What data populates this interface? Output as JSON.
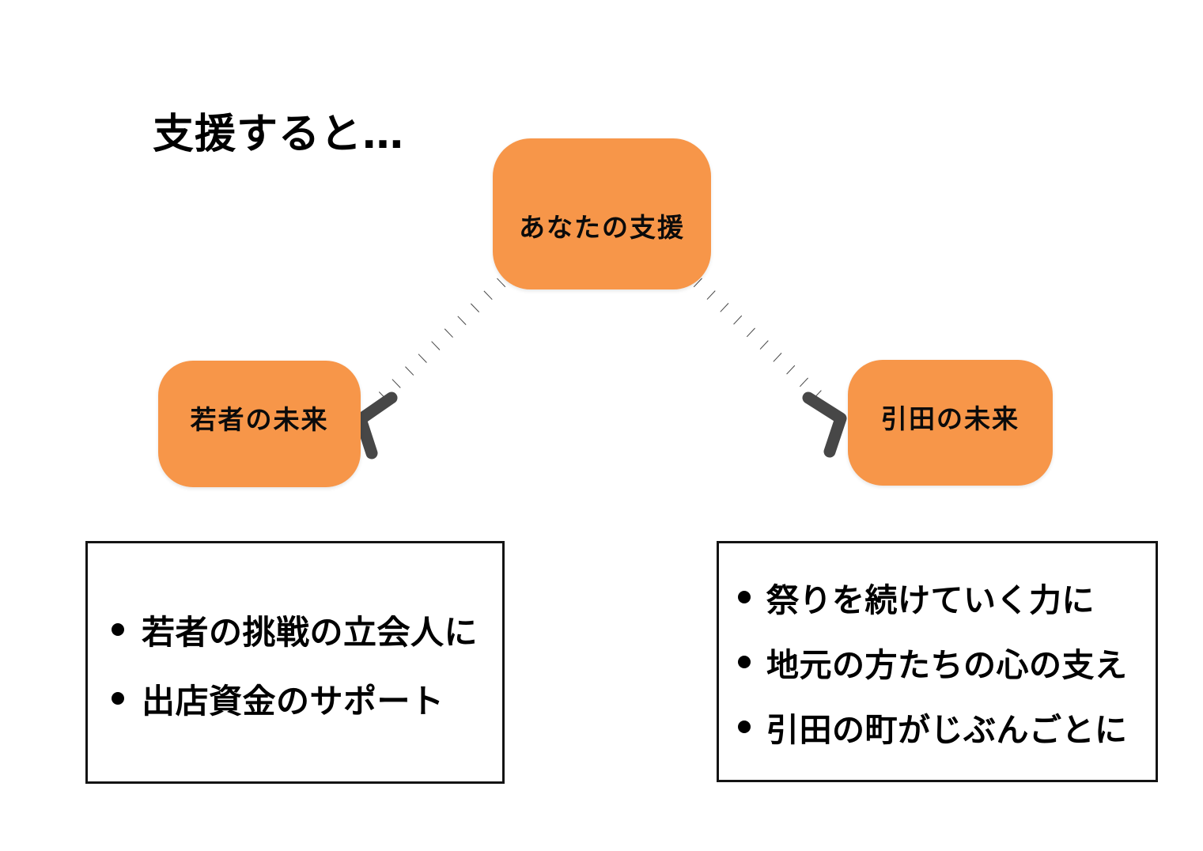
{
  "title": "支援すると…",
  "colors": {
    "node_fill": "#F79649",
    "node_text": "#0B0B0B",
    "connector": "#474747",
    "panel_border": "#141414",
    "background": "#FFFFFF"
  },
  "nodes": {
    "support": {
      "label": "あなたの支援"
    },
    "youth": {
      "label": "若者の未来"
    },
    "hiketa": {
      "label": "引田の未来"
    }
  },
  "connectors": [
    {
      "name": "support-to-youth",
      "from": "あなたの支援",
      "to": "若者の未来",
      "style": "dotted",
      "arrow": "open-v"
    },
    {
      "name": "support-to-hiketa",
      "from": "あなたの支援",
      "to": "引田の未来",
      "style": "dotted",
      "arrow": "open-v"
    }
  ],
  "panels": {
    "youth": {
      "bullets": [
        "若者の挑戦の立会人に",
        "出店資金のサポート"
      ]
    },
    "hiketa": {
      "bullets": [
        "祭りを続けていく力に",
        "地元の方たちの心の支え",
        "引田の町がじぶんごとに"
      ]
    }
  }
}
